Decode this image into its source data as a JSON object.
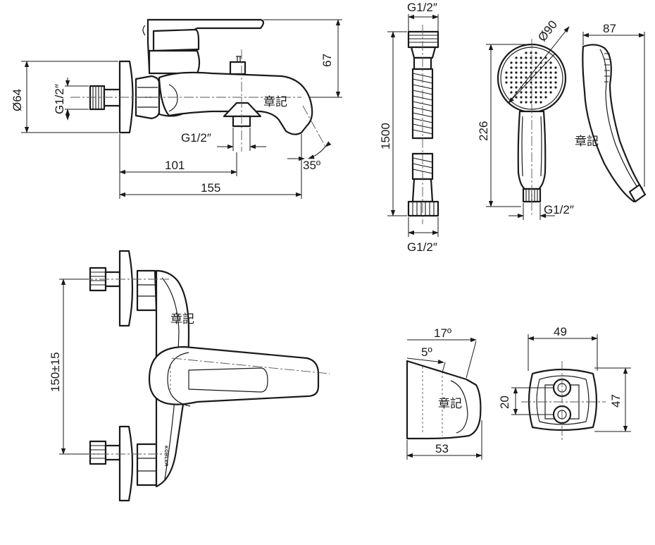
{
  "views": {
    "side": {
      "diameter_label": "Ø64",
      "inlet_thread_label": "G1/2″",
      "height_label": "67",
      "outlet_thread_label": "G1/2″",
      "depth_outlet_label": "101",
      "depth_total_label": "155",
      "spout_angle_label": "35º",
      "watermark": "章記"
    },
    "hose": {
      "top_thread_label": "G1/2″",
      "length_label": "1500",
      "bottom_thread_label": "G1/2″"
    },
    "hand_shower": {
      "head_diameter_label": "Ø90",
      "length_label": "226",
      "thread_label": "G1/2″",
      "depth_label": "87",
      "watermark": "章記"
    },
    "front": {
      "centers_label": "150±15",
      "brand_text": "KOHLER",
      "watermark": "章記"
    },
    "holder_side": {
      "angle_outer_label": "17º",
      "angle_inner_label": "5º",
      "depth_label": "53",
      "watermark": "章記"
    },
    "holder_front": {
      "width_label": "49",
      "height_label": "47",
      "hole_spacing_label": "20"
    }
  }
}
